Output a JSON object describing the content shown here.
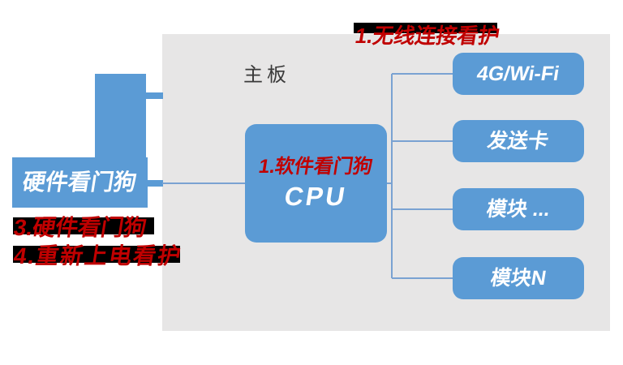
{
  "colors": {
    "box_blue": "#5B9BD5",
    "panel_gray": "#E7E6E6",
    "annotation_red": "#C00000",
    "highlight_black": "#000000",
    "dark_text": "#3A3A3A",
    "connector_blue": "#7AA2D2"
  },
  "panel": {
    "label": "主板"
  },
  "left_branch": {
    "hardware_watchdog_label": "硬件看门狗"
  },
  "cpu": {
    "annotation": "1.软件看门狗",
    "label": "CPU"
  },
  "modules": [
    {
      "label": "4G/Wi-Fi"
    },
    {
      "label": "发送卡"
    },
    {
      "label": "模块 ..."
    },
    {
      "label": "模块N"
    }
  ],
  "annotations": {
    "wireless": "1.无线连接看护",
    "hardware": "3.硬件看门狗",
    "repower": "4.重新上电看护"
  }
}
